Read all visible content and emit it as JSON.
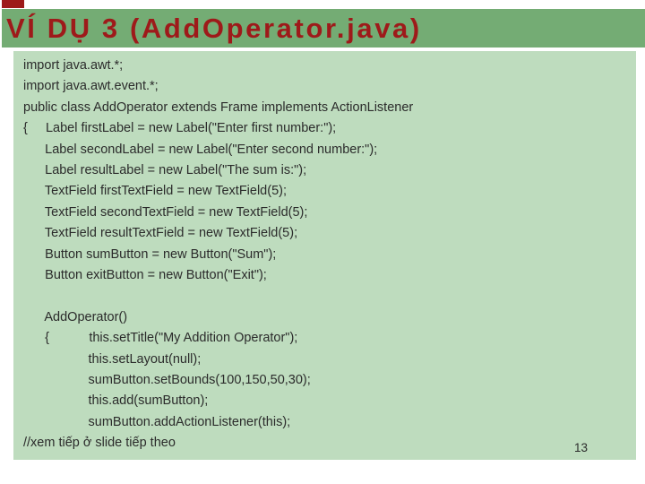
{
  "slide": {
    "title": "VÍ DỤ 3 (AddOperator.java)",
    "page_number": "13",
    "colors": {
      "accent_red": "#9E1A1A",
      "band_green": "#74AC74",
      "panel_green": "#BEDCBE",
      "code_text": "#2B2B2B",
      "background": "#FFFFFF"
    },
    "code_lines": [
      "import java.awt.*;",
      "import java.awt.event.*;",
      "public class AddOperator extends Frame implements ActionListener",
      "{     Label firstLabel = new Label(\"Enter first number:\");",
      "      Label secondLabel = new Label(\"Enter second number:\");",
      "      Label resultLabel = new Label(\"The sum is:\");",
      "      TextField firstTextField = new TextField(5);",
      "      TextField secondTextField = new TextField(5);",
      "      TextField resultTextField = new TextField(5);",
      "      Button sumButton = new Button(\"Sum\");",
      "      Button exitButton = new Button(\"Exit\");",
      "",
      "      AddOperator()",
      "      {           this.setTitle(\"My Addition Operator\");",
      "                  this.setLayout(null);",
      "                  sumButton.setBounds(100,150,50,30);",
      "                  this.add(sumButton);",
      "                  sumButton.addActionListener(this);",
      "//xem tiếp ở slide tiếp theo"
    ]
  }
}
